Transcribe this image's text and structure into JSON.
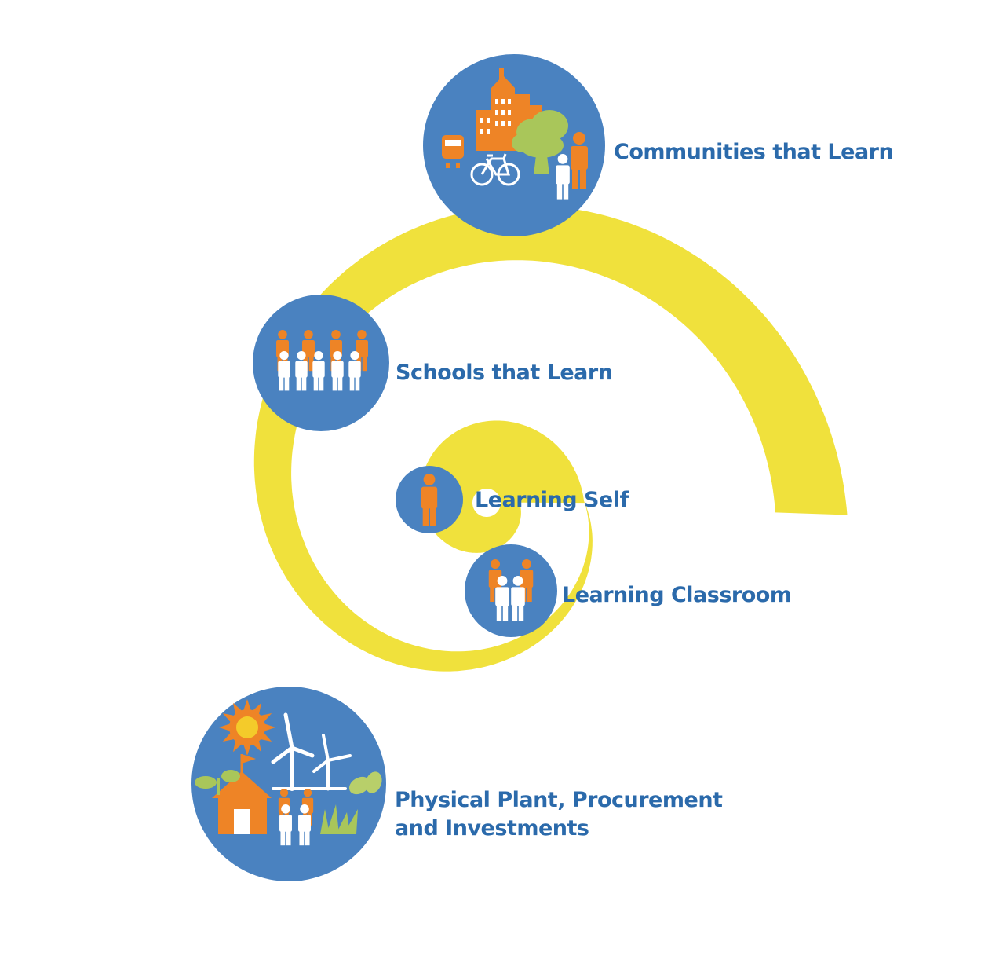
{
  "colors": {
    "spiral": "#F0E13C",
    "circle": "#4A82C0",
    "accent": "#EE8426",
    "figure_light": "#FFFFFF",
    "leaf": "#A9C65A",
    "label": "#2B6AAB"
  },
  "nodes": [
    {
      "id": "communities",
      "icon": "city-icon",
      "label_lines": [
        "Communities that Learn"
      ]
    },
    {
      "id": "schools",
      "icon": "group-icon",
      "label_lines": [
        "Schools that Learn"
      ]
    },
    {
      "id": "self",
      "icon": "person-icon",
      "label_lines": [
        "Learning Self"
      ]
    },
    {
      "id": "classroom",
      "icon": "pair-icon",
      "label_lines": [
        "Learning Classroom"
      ]
    },
    {
      "id": "plant",
      "icon": "plant-icon",
      "label_lines": [
        "Physical Plant, Procurement",
        "and Investments"
      ]
    }
  ]
}
